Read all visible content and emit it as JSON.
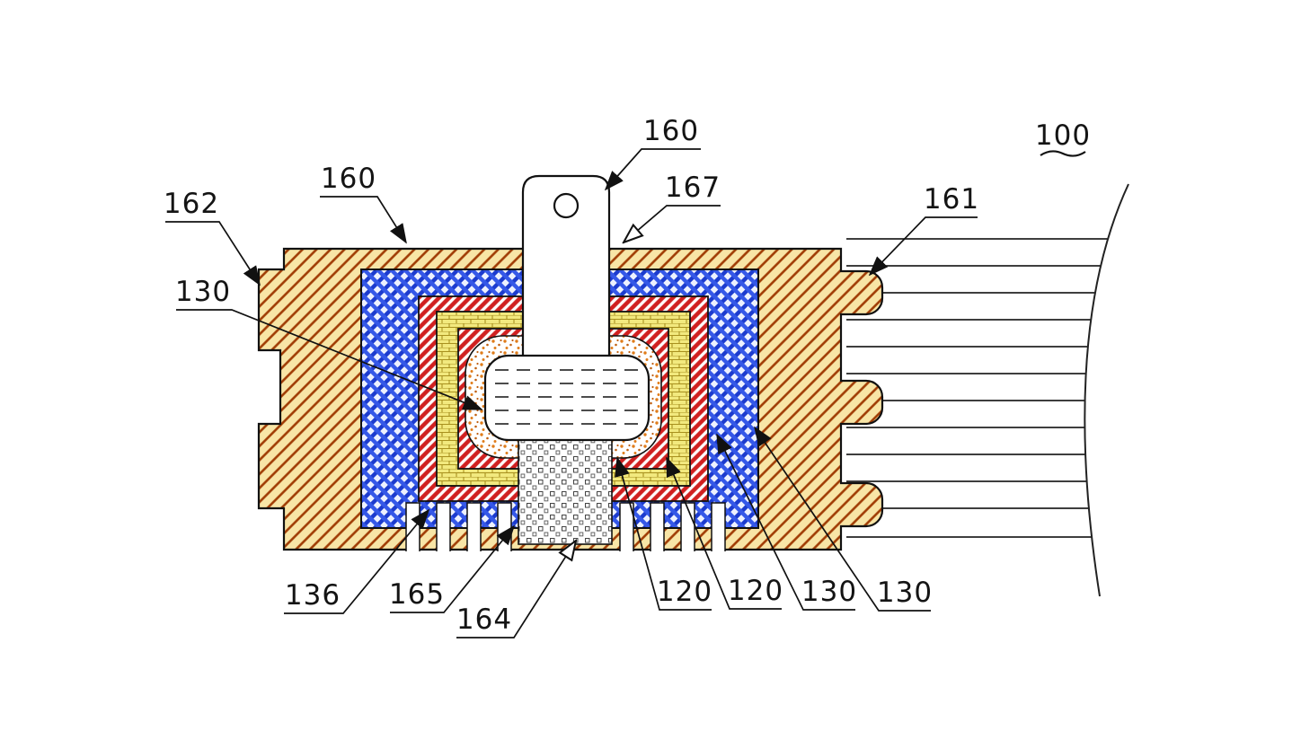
{
  "figure": {
    "reference_labels": {
      "terminal_160_top": "160",
      "case_160": "160",
      "gasket_167": "167",
      "case_162": "162",
      "stack_161": "161",
      "assembly_100": "100",
      "core_130_left": "130",
      "item_136": "136",
      "item_165": "165",
      "item_164": "164",
      "layer_120_a": "120",
      "layer_120_b": "120",
      "layer_130_a": "130",
      "layer_130_b": "130"
    },
    "colors": {
      "hatch_fill": "#F8E5A6",
      "hatch_line": "#A03C04",
      "weave_bg": "#EDF1FF",
      "weave_blue": "#1C3BCE",
      "weave_blue2": "#3558E8",
      "layer_red": "#D02020",
      "layer_yellow": "#F2E97E",
      "yellow_line": "#A8901E",
      "stipple_orange": "#E07C1A",
      "stipple_dark": "#C06010",
      "line_black": "#111111"
    }
  }
}
